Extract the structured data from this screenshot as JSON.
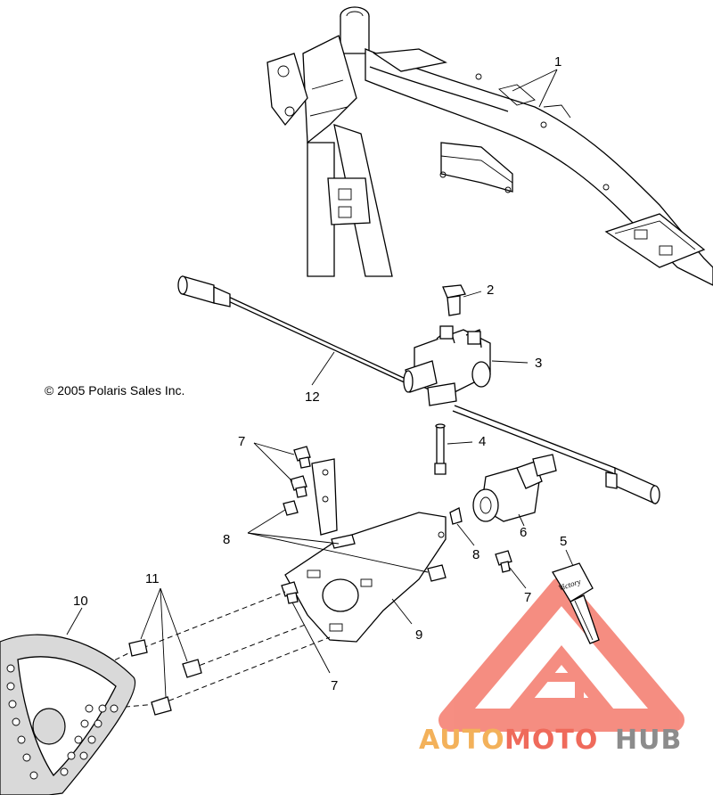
{
  "copyright": "© 2005 Polaris Sales Inc.",
  "callouts": {
    "c1": "1",
    "c2": "2",
    "c3": "3",
    "c4": "4",
    "c5": "5",
    "c6": "6",
    "c7a": "7",
    "c7b": "7",
    "c7c": "7",
    "c8a": "8",
    "c8b": "8",
    "c9": "9",
    "c10": "10",
    "c11": "11",
    "c12": "12"
  },
  "watermark": {
    "auto": "AUTO",
    "moto": "MOTO",
    "hub": "HUB",
    "colors": {
      "auto": "#f3b15a",
      "moto": "#ef6a5b",
      "hub": "#8c8c8c",
      "logo": "#ef6a5b"
    }
  },
  "key_stamp": "Victory"
}
